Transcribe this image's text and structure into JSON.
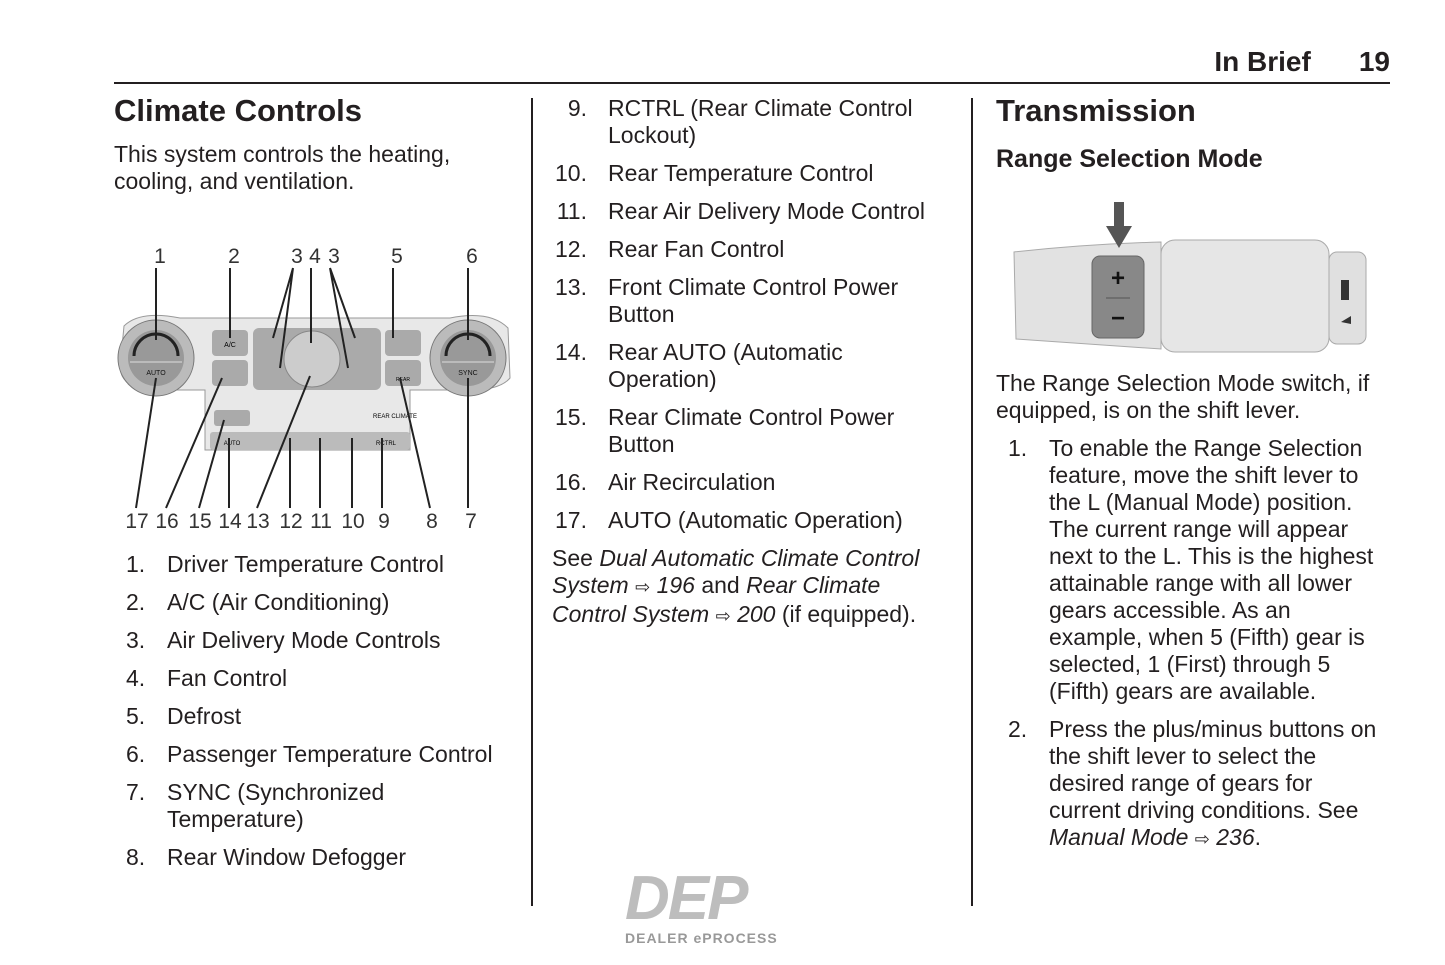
{
  "header": {
    "section": "In Brief",
    "page": "19"
  },
  "climate": {
    "title": "Climate Controls",
    "intro": "This system controls the heating, cooling, and ventilation.",
    "diagram": {
      "callouts_top": [
        "1",
        "2",
        "3",
        "4",
        "3",
        "5",
        "6"
      ],
      "callouts_bottom": [
        "17",
        "16",
        "15",
        "14",
        "13",
        "12",
        "11",
        "10",
        "9",
        "8",
        "7"
      ],
      "button_labels": {
        "auto": "AUTO",
        "sync": "SYNC",
        "ac": "A/C",
        "rear": "REAR",
        "rear_climate": "REAR CLIMATE",
        "rear_auto": "AUTO",
        "rctrl": "RCTRL"
      }
    },
    "items": [
      {
        "n": "1.",
        "t": "Driver Temperature Control"
      },
      {
        "n": "2.",
        "t": "A/C (Air Conditioning)"
      },
      {
        "n": "3.",
        "t": "Air Delivery Mode Controls"
      },
      {
        "n": "4.",
        "t": "Fan Control"
      },
      {
        "n": "5.",
        "t": "Defrost"
      },
      {
        "n": "6.",
        "t": "Passenger Temperature Control"
      },
      {
        "n": "7.",
        "t": "SYNC (Synchronized Temperature)"
      },
      {
        "n": "8.",
        "t": "Rear Window Defogger"
      },
      {
        "n": "9.",
        "t": "RCTRL (Rear Climate Control Lockout)"
      },
      {
        "n": "10.",
        "t": "Rear Temperature Control"
      },
      {
        "n": "11.",
        "t": "Rear Air Delivery Mode Control"
      },
      {
        "n": "12.",
        "t": "Rear Fan Control"
      },
      {
        "n": "13.",
        "t": "Front Climate Control Power Button"
      },
      {
        "n": "14.",
        "t": "Rear AUTO (Automatic Operation)"
      },
      {
        "n": "15.",
        "t": "Rear Climate Control Power Button"
      },
      {
        "n": "16.",
        "t": "Air Recirculation"
      },
      {
        "n": "17.",
        "t": "AUTO (Automatic Operation)"
      }
    ],
    "see": {
      "pre": "See ",
      "link1": "Dual Automatic Climate Control System",
      "page1": "196",
      "mid": " and ",
      "link2": "Rear Climate Control System",
      "page2": "200",
      "post": " (if equipped)."
    }
  },
  "transmission": {
    "title": "Transmission",
    "subtitle": "Range Selection Mode",
    "lever": {
      "plus": "+",
      "minus": "−"
    },
    "intro": "The Range Selection Mode switch, if equipped, is on the shift lever.",
    "steps": [
      {
        "n": "1.",
        "t": "To enable the Range Selection feature, move the shift lever to the L (Manual Mode) position. The current range will appear next to the L. This is the highest attainable range with all lower gears accessible. As an example, when 5 (Fifth) gear is selected, 1 (First) through 5 (Fifth) gears are available."
      },
      {
        "n": "2.",
        "t": "Press the plus/minus buttons on the shift lever to select the desired range of gears for current driving conditions. See ",
        "link": "Manual Mode",
        "page": "236",
        "post": "."
      }
    ]
  },
  "watermark": {
    "big": "DEP",
    "small": "DEALER ePROCESS"
  },
  "arrow_glyph": "⇨"
}
